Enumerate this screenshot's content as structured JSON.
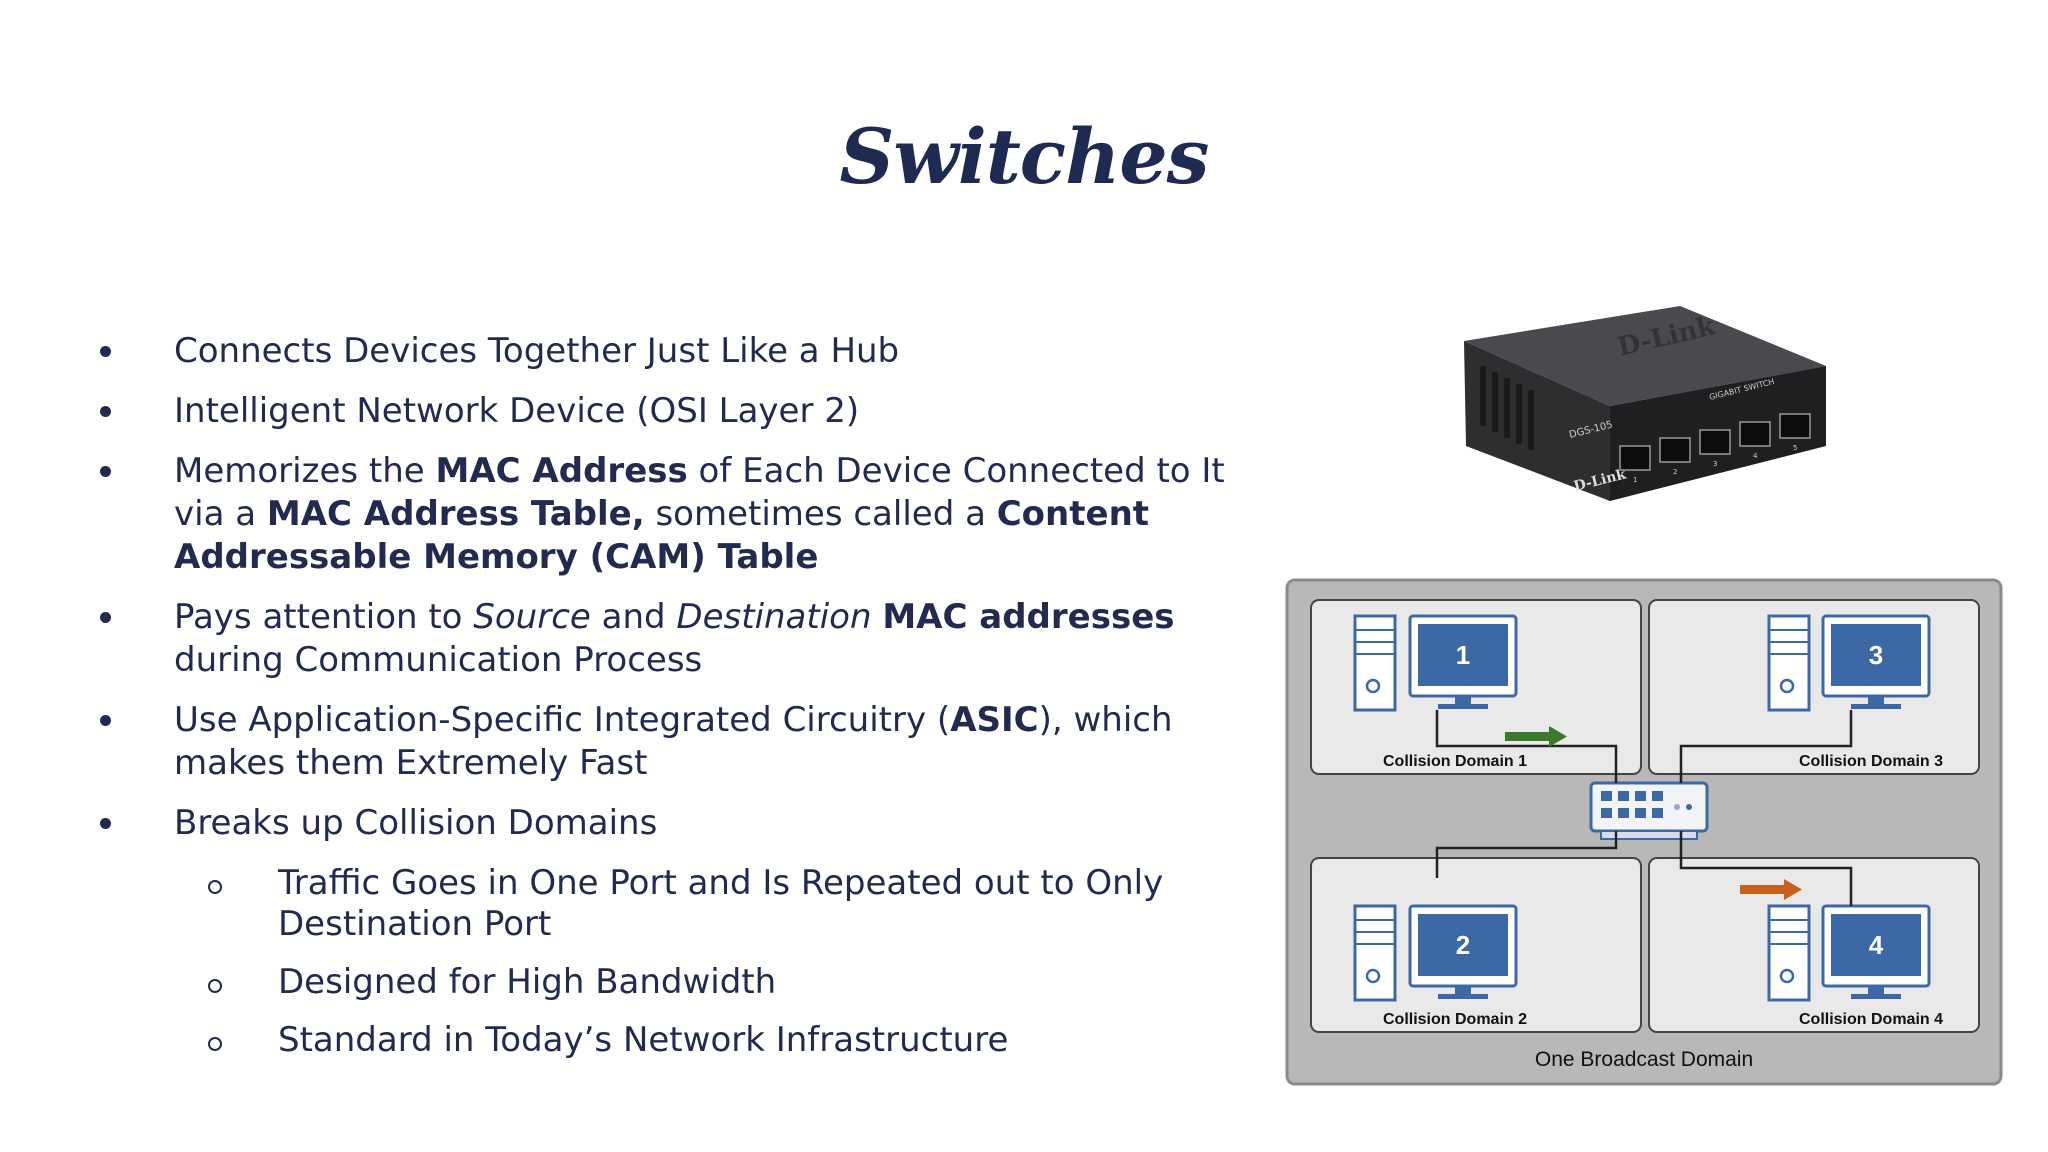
{
  "title": "Switches",
  "bullets": [
    {
      "parts": [
        {
          "t": "Connects Devices Together Just Like a Hub"
        }
      ]
    },
    {
      "parts": [
        {
          "t": "Intelligent Network Device (OSI Layer 2)"
        }
      ]
    },
    {
      "parts": [
        {
          "t": "Memorizes the "
        },
        {
          "t": "MAC Address",
          "b": true
        },
        {
          "t": " of Each Device Connected to It via a "
        },
        {
          "t": "MAC Address Table,",
          "b": true
        },
        {
          "t": " sometimes called a "
        },
        {
          "t": "Content Addressable Memory (CAM) Table",
          "b": true
        }
      ]
    },
    {
      "parts": [
        {
          "t": "Pays attention to "
        },
        {
          "t": "Source",
          "i": true
        },
        {
          "t": " and "
        },
        {
          "t": "Destination",
          "i": true
        },
        {
          "t": " "
        },
        {
          "t": "MAC addresses",
          "b": true
        },
        {
          "t": " during Communication Process"
        }
      ]
    },
    {
      "parts": [
        {
          "t": "Use Application-Specific Integrated Circuitry ("
        },
        {
          "t": "ASIC",
          "b": true
        },
        {
          "t": "), which makes them Extremely Fast"
        }
      ]
    },
    {
      "parts": [
        {
          "t": "Breaks up Collision Domains"
        }
      ],
      "sub": [
        "Traffic Goes in One Port and Is Repeated out to Only Destination Port",
        "Designed for High Bandwidth",
        "Standard in Today’s Network Infrastructure"
      ]
    }
  ],
  "switch_photo": {
    "brand": "D-Link",
    "model": "DGS-105",
    "label": "GIGABIT SWITCH",
    "port_numbers": [
      "1",
      "2",
      "3",
      "4",
      "5"
    ]
  },
  "diagram": {
    "domains": [
      {
        "number": "1",
        "label": "Collision Domain 1"
      },
      {
        "number": "3",
        "label": "Collision Domain 3"
      },
      {
        "number": "2",
        "label": "Collision Domain 2"
      },
      {
        "number": "4",
        "label": "Collision Domain 4"
      }
    ],
    "broadcast_label": "One Broadcast Domain",
    "colors": {
      "monitor": "#3d68a6",
      "green_arrow": "#3b7a2c",
      "orange_arrow": "#c8621a"
    }
  }
}
